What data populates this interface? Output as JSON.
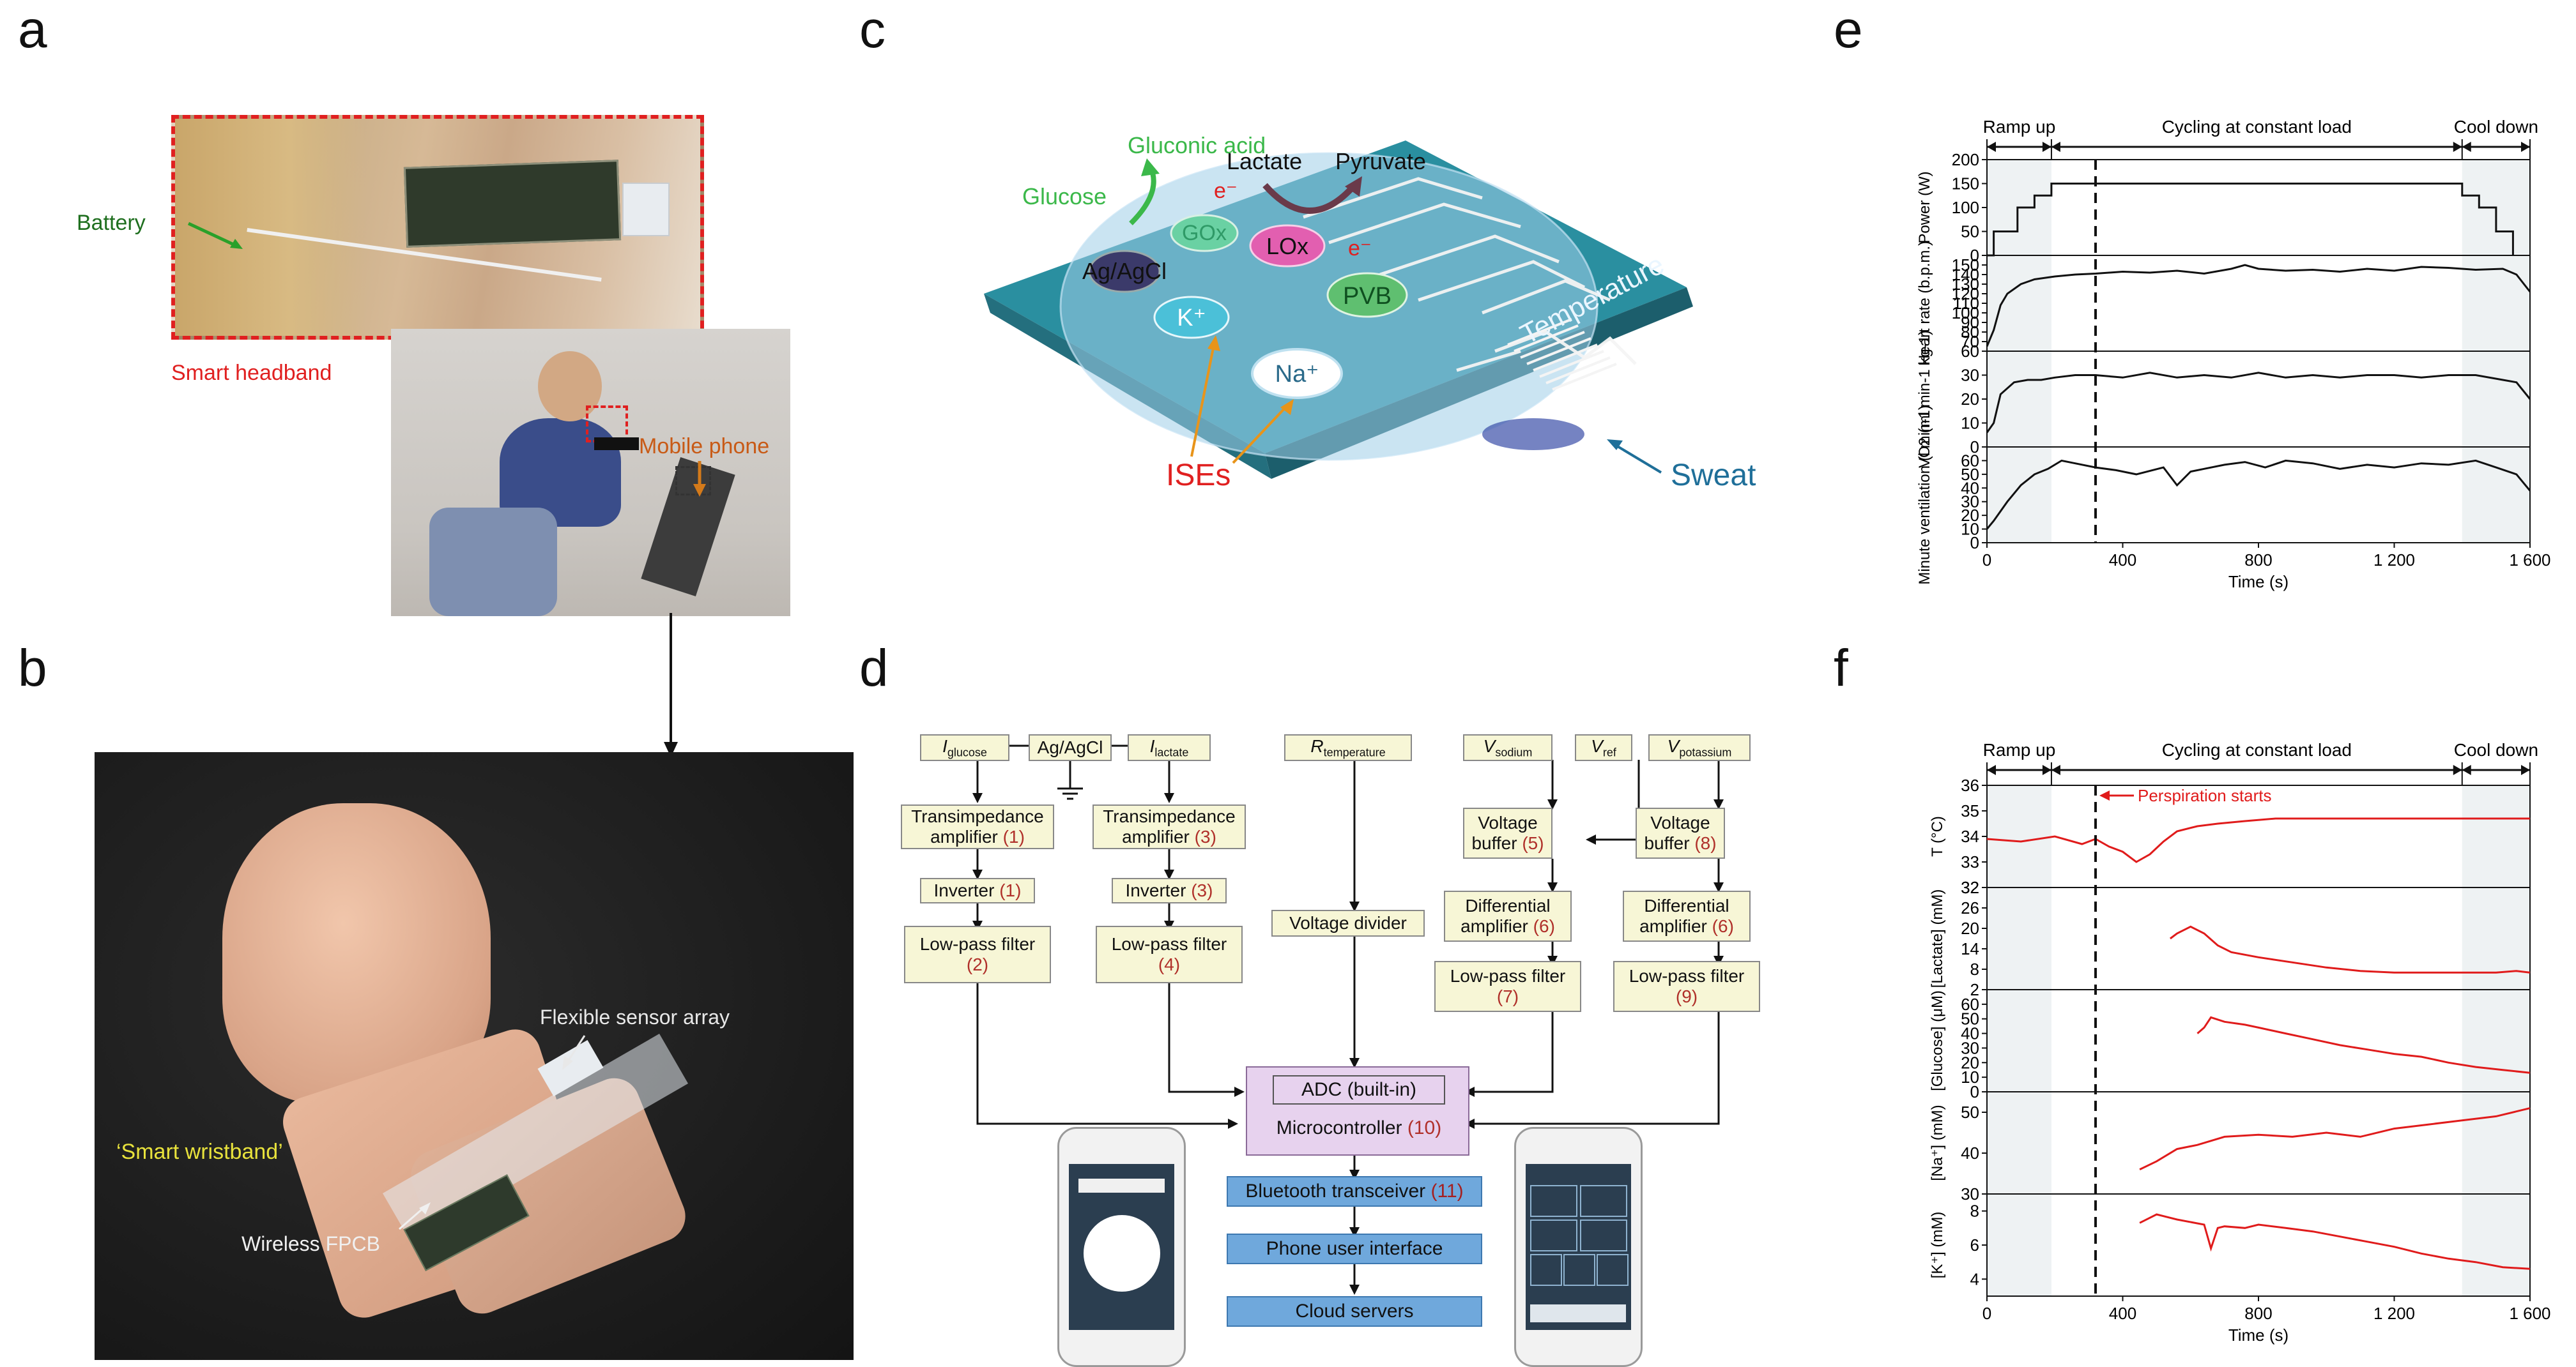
{
  "panel_labels": {
    "a": "a",
    "b": "b",
    "c": "c",
    "d": "d",
    "e": "e",
    "f": "f"
  },
  "panel_a": {
    "battery": "Battery",
    "smart_headband": "Smart headband",
    "mobile_phone": "Mobile phone"
  },
  "panel_b": {
    "flexible_sensor_array": "Flexible sensor array",
    "smart_wristband": "‘Smart wristband’",
    "wireless_fpcb": "Wireless FPCB"
  },
  "panel_c": {
    "glucose": "Glucose",
    "gluconic_acid": "Gluconic acid",
    "lactate": "Lactate",
    "pyruvate": "Pyruvate",
    "gox": "GOx",
    "lox": "LOx",
    "ag_agcl": "Ag/AgCl",
    "pvb": "PVB",
    "k": "K⁺",
    "na": "Na⁺",
    "temperature": "Temperature",
    "ises": "ISEs",
    "sweat": "Sweat",
    "e1": "e⁻",
    "e2": "e⁻"
  },
  "panel_d": {
    "i_glucose": "I",
    "i_glucose_sub": "glucose",
    "ag_agcl": "Ag/AgCl",
    "i_lactate": "I",
    "i_lactate_sub": "lactate",
    "r_temp": "R",
    "r_temp_sub": "temperature",
    "v_sodium": "V",
    "v_sodium_sub": "sodium",
    "v_ref": "V",
    "v_ref_sub": "ref",
    "v_potassium": "V",
    "v_potassium_sub": "potassium",
    "tia1": "Transimpedance",
    "tia1b": "amplifier",
    "tia1n": "(1)",
    "tia3": "Transimpedance",
    "tia3b": "amplifier",
    "tia3n": "(3)",
    "inv1": "Inverter",
    "inv1n": "(1)",
    "inv3": "Inverter",
    "inv3n": "(3)",
    "vdiv": "Voltage divider",
    "vbuf5": "Voltage",
    "vbuf5b": "buffer",
    "vbuf5n": "(5)",
    "vbuf8": "Voltage",
    "vbuf8b": "buffer",
    "vbuf8n": "(8)",
    "diff6a": "Differential",
    "diff6ab": "amplifier",
    "diff6an": "(6)",
    "diff6b": "Differential",
    "diff6bb": "amplifier",
    "diff6bn": "(6)",
    "lpf2": "Low-pass filter",
    "lpf2n": "(2)",
    "lpf4": "Low-pass filter",
    "lpf4n": "(4)",
    "lpf7": "Low-pass filter",
    "lpf7n": "(7)",
    "lpf9": "Low-pass filter",
    "lpf9n": "(9)",
    "adc": "ADC (built-in)",
    "mcu": "Microcontroller",
    "mcun": "(10)",
    "bt": "Bluetooth transceiver",
    "btn": "(11)",
    "phone_ui": "Phone user interface",
    "cloud": "Cloud servers"
  },
  "colors": {
    "red_curve": "#e01b1b",
    "shade": "#eef2f3",
    "box_fill": "#f7f6d6",
    "blue_box": "#6fa8dc",
    "adc_fill": "#e7d2ee"
  },
  "chart_data": [
    {
      "id": "e",
      "type": "line",
      "phases": [
        "Ramp up",
        "Cycling at constant load",
        "Cool down"
      ],
      "xlabel": "Time (s)",
      "xlim": [
        0,
        1600
      ],
      "xticks": [
        0,
        400,
        800,
        1200,
        1600
      ],
      "xtick_labels": [
        "0",
        "400",
        "800",
        "1 200",
        "1 600"
      ],
      "shaded_x": [
        [
          0,
          190
        ],
        [
          1400,
          1600
        ]
      ],
      "dashed_x": 320,
      "subplots": [
        {
          "ylabel": "Power (W)",
          "ylim": [
            0,
            200
          ],
          "yticks": [
            0,
            50,
            100,
            150,
            200
          ],
          "x": [
            0,
            20,
            20,
            90,
            90,
            140,
            140,
            190,
            190,
            1400,
            1400,
            1450,
            1450,
            1500,
            1500,
            1550,
            1550
          ],
          "y": [
            0,
            0,
            50,
            50,
            100,
            100,
            125,
            125,
            150,
            150,
            125,
            125,
            100,
            100,
            50,
            50,
            0
          ]
        },
        {
          "ylabel": "Heart rate (b.p.m.)",
          "ylim": [
            60,
            160
          ],
          "yticks": [
            60,
            70,
            80,
            90,
            100,
            110,
            120,
            130,
            140,
            150
          ],
          "x": [
            0,
            20,
            40,
            60,
            100,
            140,
            200,
            260,
            320,
            400,
            480,
            560,
            640,
            720,
            760,
            800,
            880,
            960,
            1040,
            1120,
            1200,
            1280,
            1360,
            1440,
            1520,
            1560,
            1600
          ],
          "y": [
            65,
            82,
            108,
            120,
            130,
            135,
            138,
            140,
            141,
            143,
            142,
            144,
            141,
            146,
            150,
            146,
            144,
            145,
            143,
            146,
            144,
            148,
            147,
            145,
            146,
            140,
            122
          ]
        },
        {
          "ylabel": "VO2 (ml min-1 kg-1)",
          "ylim": [
            0,
            40
          ],
          "yticks": [
            0,
            10,
            20,
            30
          ],
          "x": [
            0,
            20,
            40,
            80,
            120,
            160,
            200,
            260,
            320,
            400,
            480,
            560,
            640,
            720,
            800,
            880,
            960,
            1040,
            1120,
            1200,
            1280,
            1360,
            1440,
            1520,
            1560,
            1600
          ],
          "y": [
            6,
            10,
            22,
            27,
            28,
            28,
            29,
            30,
            30,
            29,
            31,
            29,
            30,
            29,
            31,
            29,
            30,
            29,
            30,
            30,
            29,
            30,
            30,
            28,
            27,
            20
          ]
        },
        {
          "ylabel": "Minute ventilation (l min-1)",
          "ylim": [
            0,
            70
          ],
          "yticks": [
            0,
            10,
            20,
            30,
            40,
            50,
            60
          ],
          "x": [
            0,
            20,
            60,
            100,
            140,
            180,
            220,
            260,
            320,
            380,
            440,
            520,
            560,
            600,
            640,
            700,
            760,
            820,
            880,
            960,
            1040,
            1120,
            1200,
            1280,
            1360,
            1440,
            1500,
            1560,
            1600
          ],
          "y": [
            10,
            16,
            30,
            42,
            50,
            54,
            60,
            58,
            55,
            53,
            50,
            55,
            42,
            52,
            54,
            57,
            59,
            55,
            60,
            58,
            54,
            57,
            55,
            58,
            57,
            60,
            55,
            50,
            38
          ]
        }
      ]
    },
    {
      "id": "f",
      "type": "line",
      "phases": [
        "Ramp up",
        "Cycling at constant load",
        "Cool down"
      ],
      "annotation": "Perspiration starts",
      "xlabel": "Time (s)",
      "xlim": [
        0,
        1600
      ],
      "xticks": [
        0,
        400,
        800,
        1200,
        1600
      ],
      "xtick_labels": [
        "0",
        "400",
        "800",
        "1 200",
        "1 600"
      ],
      "shaded_x": [
        [
          0,
          190
        ],
        [
          1400,
          1600
        ]
      ],
      "dashed_x": 320,
      "subplots": [
        {
          "ylabel": "T (°C)",
          "ylim": [
            32,
            36
          ],
          "yticks": [
            32,
            33,
            34,
            35,
            36
          ],
          "x": [
            0,
            100,
            200,
            280,
            320,
            360,
            400,
            440,
            480,
            520,
            560,
            620,
            680,
            760,
            850,
            1000,
            1200,
            1400,
            1600
          ],
          "y": [
            33.9,
            33.8,
            34.0,
            33.7,
            33.9,
            33.6,
            33.4,
            33.0,
            33.3,
            33.8,
            34.2,
            34.4,
            34.5,
            34.6,
            34.7,
            34.7,
            34.7,
            34.7,
            34.7
          ]
        },
        {
          "ylabel": "[Lactate] (mM)",
          "ylim": [
            2,
            32
          ],
          "yticks": [
            2,
            8,
            14,
            20,
            26,
            32
          ],
          "x": [
            540,
            560,
            600,
            640,
            680,
            720,
            800,
            900,
            1000,
            1100,
            1200,
            1300,
            1400,
            1500,
            1560,
            1600
          ],
          "y": [
            17,
            18.5,
            20.5,
            18.5,
            15,
            13,
            11.5,
            10,
            8.5,
            7.5,
            7,
            7,
            7,
            7,
            7.5,
            7
          ]
        },
        {
          "ylabel": "[Glucose] (μM)",
          "ylim": [
            0,
            70
          ],
          "yticks": [
            0,
            10,
            20,
            30,
            40,
            50,
            60
          ],
          "x": [
            620,
            640,
            660,
            700,
            760,
            800,
            880,
            960,
            1040,
            1120,
            1200,
            1280,
            1360,
            1440,
            1520,
            1600
          ],
          "y": [
            40,
            44,
            51,
            48,
            46,
            44,
            40,
            36,
            32,
            29,
            26,
            24,
            20,
            17,
            15,
            13
          ]
        },
        {
          "ylabel": "[Na⁺] (mM)",
          "ylim": [
            30,
            55
          ],
          "yticks": [
            30,
            40,
            50
          ],
          "x": [
            450,
            500,
            560,
            620,
            700,
            800,
            900,
            1000,
            1100,
            1200,
            1300,
            1400,
            1500,
            1600
          ],
          "y": [
            36,
            38,
            41,
            42,
            44,
            44.5,
            44,
            45,
            44,
            46,
            47,
            48,
            49,
            51
          ]
        },
        {
          "ylabel": "[K⁺] (mM)",
          "ylim": [
            3,
            9
          ],
          "yticks": [
            4,
            6,
            8
          ],
          "x": [
            450,
            500,
            560,
            640,
            660,
            680,
            700,
            760,
            800,
            880,
            960,
            1040,
            1120,
            1200,
            1280,
            1360,
            1440,
            1520,
            1600
          ],
          "y": [
            7.3,
            7.8,
            7.5,
            7.2,
            5.8,
            7.0,
            7.1,
            7.0,
            7.2,
            7.0,
            6.8,
            6.5,
            6.2,
            5.9,
            5.5,
            5.2,
            5.0,
            4.7,
            4.6
          ]
        }
      ]
    }
  ]
}
